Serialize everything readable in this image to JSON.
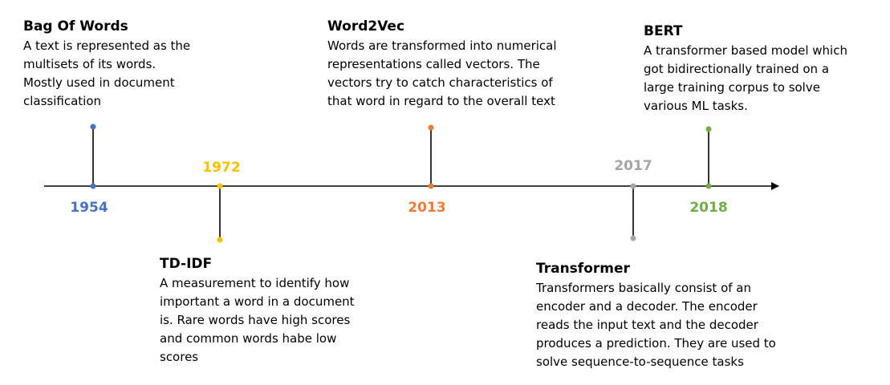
{
  "timeline": {
    "events": [
      {
        "id": "bag-of-words",
        "year": "1954",
        "color": "#4472C4",
        "title": "Bag Of Words",
        "description": "A text is represented as the multisets of its words. Mostly used in document classification",
        "side": "above"
      },
      {
        "id": "td-idf",
        "year": "1972",
        "color": "#FFC000",
        "title": "TD-IDF",
        "description": "A measurement to identify how important a word in a document is. Rare words have high scores and common words habe low scores",
        "side": "below"
      },
      {
        "id": "word2vec",
        "year": "2013",
        "color": "#ED7D31",
        "title": "Word2Vec",
        "description": "Words are transformed into numerical representations called vectors. The vectors try to catch characteristics of that word in regard to the overall text",
        "side": "above"
      },
      {
        "id": "transformer",
        "year": "2017",
        "color": "#A5A5A5",
        "title": "Transformer",
        "description": "Transformers basically consist of an encoder and a decoder. The encoder reads the input text and the decoder produces a prediction. They are used to solve sequence-to-sequence tasks",
        "side": "below"
      },
      {
        "id": "bert",
        "year": "2018",
        "color": "#70AD47",
        "title": "BERT",
        "description": "A transformer based model which got bidirectionally trained on a large training corpus to solve various ML tasks.",
        "side": "above"
      }
    ]
  }
}
